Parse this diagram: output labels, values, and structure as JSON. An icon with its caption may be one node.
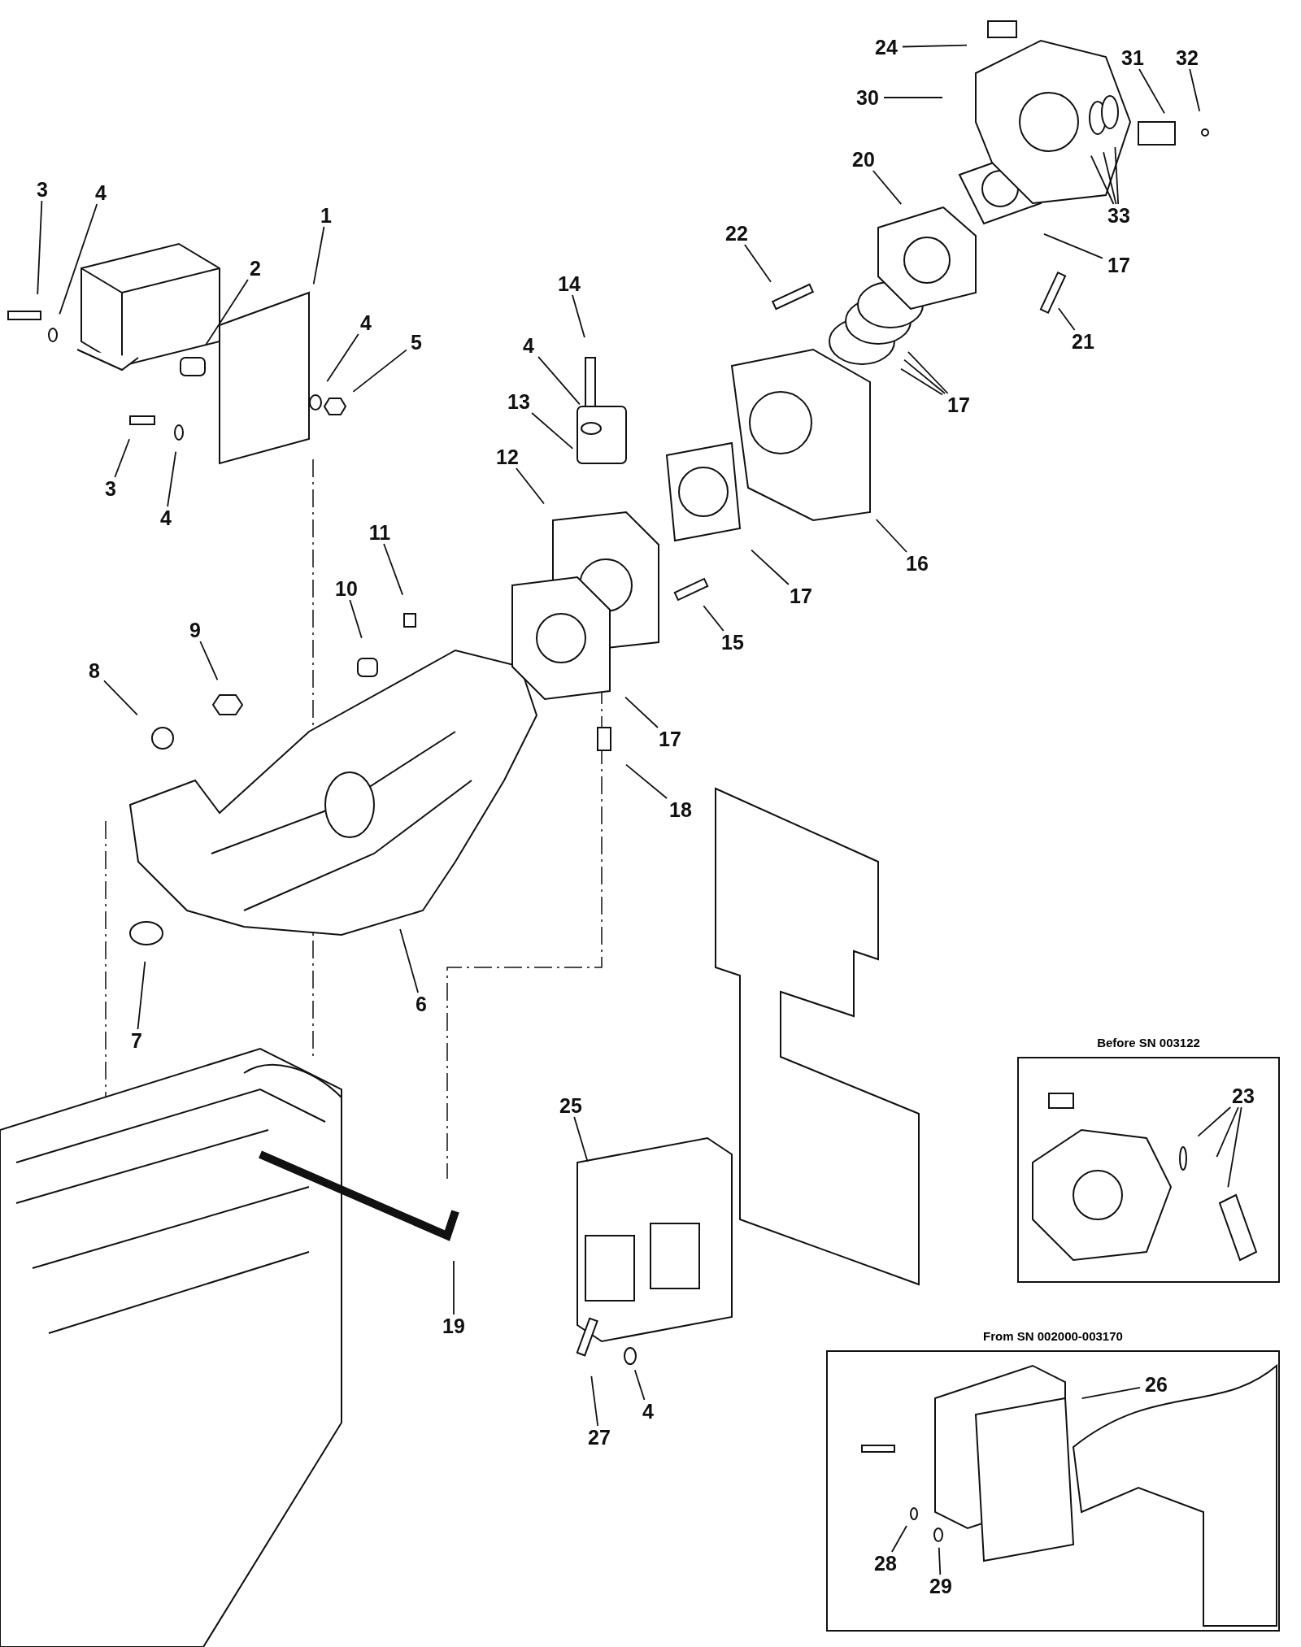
{
  "diagram": {
    "nodes": [
      {
        "text": [
          "24"
        ]
      },
      {
        "text": [
          "31"
        ]
      },
      {
        "text": [
          "32"
        ]
      },
      {
        "text": [
          "30"
        ]
      },
      {
        "text": [
          "3"
        ]
      },
      {
        "text": [
          "4"
        ]
      },
      {
        "text": [
          "20"
        ]
      },
      {
        "text": [
          "1"
        ]
      },
      {
        "text": [
          "33"
        ]
      },
      {
        "text": [
          "22"
        ]
      },
      {
        "text": [
          "17"
        ]
      },
      {
        "text": [
          "2"
        ]
      },
      {
        "text": [
          "14"
        ]
      },
      {
        "text": [
          "4"
        ]
      },
      {
        "text": [
          "5"
        ]
      },
      {
        "text": [
          "4"
        ]
      },
      {
        "text": [
          "21"
        ]
      },
      {
        "text": [
          "13"
        ]
      },
      {
        "text": [
          "17"
        ]
      },
      {
        "text": [
          "12"
        ]
      },
      {
        "text": [
          "3"
        ]
      },
      {
        "text": [
          "4"
        ]
      },
      {
        "text": [
          "11"
        ]
      },
      {
        "text": [
          "16"
        ]
      },
      {
        "text": [
          "10"
        ]
      },
      {
        "text": [
          "17"
        ]
      },
      {
        "text": [
          "9"
        ]
      },
      {
        "text": [
          "15"
        ]
      },
      {
        "text": [
          "8"
        ]
      },
      {
        "text": [
          "17"
        ]
      },
      {
        "text": [
          "18"
        ]
      },
      {
        "text": [
          "6"
        ]
      },
      {
        "text": [
          "7"
        ]
      },
      {
        "text": [
          "Before SN 003122"
        ]
      },
      {
        "text": [
          "23"
        ],
        "in": 33
      },
      {
        "text": [
          "25"
        ]
      },
      {
        "text": [
          "19"
        ]
      },
      {
        "text": [
          "From SN 002000-003170"
        ]
      },
      {
        "text": [
          "26"
        ],
        "in": 37
      },
      {
        "text": [
          "4"
        ]
      },
      {
        "text": [
          "27"
        ]
      },
      {
        "text": [
          "28"
        ],
        "in": 37
      },
      {
        "text": [
          "29"
        ],
        "in": 37
      }
    ],
    "edges": [
      {
        "from": 0,
        "to": null,
        "arrow": "none"
      },
      {
        "from": 1,
        "to": null,
        "arrow": "none"
      },
      {
        "from": 2,
        "to": null,
        "arrow": "none"
      },
      {
        "from": 3,
        "to": null,
        "arrow": "none"
      },
      {
        "from": 4,
        "to": null,
        "arrow": "none"
      },
      {
        "from": 5,
        "to": null,
        "arrow": "none"
      },
      {
        "from": 6,
        "to": null,
        "arrow": "none"
      },
      {
        "from": 7,
        "to": null,
        "arrow": "none"
      },
      {
        "from": 8,
        "to": null,
        "arrow": "none"
      },
      {
        "from": 8,
        "to": null,
        "arrow": "none"
      },
      {
        "from": 8,
        "to": null,
        "arrow": "none"
      },
      {
        "from": 9,
        "to": null,
        "arrow": "none"
      },
      {
        "from": 10,
        "to": null,
        "arrow": "none"
      },
      {
        "from": 11,
        "to": null,
        "arrow": "none"
      },
      {
        "from": 12,
        "to": null,
        "arrow": "none"
      },
      {
        "from": 13,
        "to": null,
        "arrow": "none"
      },
      {
        "from": 14,
        "to": null,
        "arrow": "none"
      },
      {
        "from": 15,
        "to": null,
        "arrow": "none"
      },
      {
        "from": 16,
        "to": null,
        "arrow": "none"
      },
      {
        "from": 17,
        "to": null,
        "arrow": "none"
      },
      {
        "from": 18,
        "to": null,
        "arrow": "none"
      },
      {
        "from": 18,
        "to": null,
        "arrow": "none"
      },
      {
        "from": 18,
        "to": null,
        "arrow": "none"
      },
      {
        "from": 19,
        "to": null,
        "arrow": "none"
      },
      {
        "from": 20,
        "to": null,
        "arrow": "none"
      },
      {
        "from": 21,
        "to": null,
        "arrow": "none"
      },
      {
        "from": 22,
        "to": null,
        "arrow": "none"
      },
      {
        "from": 23,
        "to": null,
        "arrow": "none"
      },
      {
        "from": 24,
        "to": null,
        "arrow": "none"
      },
      {
        "from": 25,
        "to": null,
        "arrow": "none"
      },
      {
        "from": 26,
        "to": null,
        "arrow": "none"
      },
      {
        "from": 27,
        "to": null,
        "arrow": "none"
      },
      {
        "from": 28,
        "to": null,
        "arrow": "none"
      },
      {
        "from": 29,
        "to": null,
        "arrow": "none"
      },
      {
        "from": 30,
        "to": null,
        "arrow": "none"
      },
      {
        "from": 31,
        "to": null,
        "arrow": "none"
      },
      {
        "from": 32,
        "to": null,
        "arrow": "none"
      },
      {
        "from": 34,
        "to": null,
        "arrow": "none"
      },
      {
        "from": 34,
        "to": null,
        "arrow": "none"
      },
      {
        "from": 34,
        "to": null,
        "arrow": "none"
      },
      {
        "from": 35,
        "to": null,
        "arrow": "none"
      },
      {
        "from": 36,
        "to": null,
        "arrow": "none"
      },
      {
        "from": 38,
        "to": null,
        "arrow": "none"
      },
      {
        "from": 39,
        "to": null,
        "arrow": "none"
      },
      {
        "from": 40,
        "to": null,
        "arrow": "none"
      },
      {
        "from": 41,
        "to": null,
        "arrow": "none"
      },
      {
        "from": 42,
        "to": null,
        "arrow": "none"
      }
    ]
  }
}
